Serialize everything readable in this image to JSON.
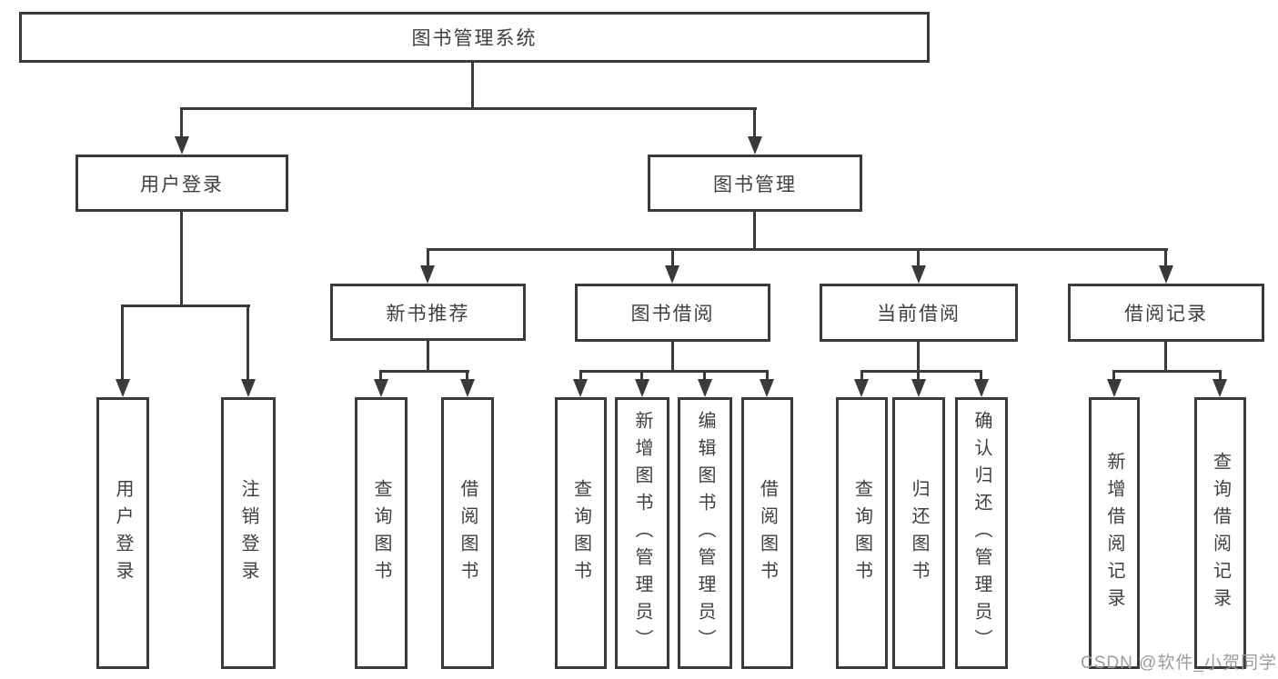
{
  "nodes": {
    "root": {
      "label": "图书管理系统"
    },
    "user_login": {
      "label": "用户登录",
      "children": [
        {
          "label": "用户登录"
        },
        {
          "label": "注销登录"
        }
      ]
    },
    "book_management": {
      "label": "图书管理"
    },
    "new_book_recommendation": {
      "label": "新书推荐",
      "children": [
        {
          "label": "查询图书"
        },
        {
          "label": "借阅图书"
        }
      ]
    },
    "book_borrowing": {
      "label": "图书借阅",
      "children": [
        {
          "label": "查询图书"
        },
        {
          "label": "新增图书（管理员）"
        },
        {
          "label": "编辑图书（管理员）"
        },
        {
          "label": "借阅图书"
        }
      ]
    },
    "current_borrowing": {
      "label": "当前借阅",
      "children": [
        {
          "label": "查询图书"
        },
        {
          "label": "归还图书"
        },
        {
          "label": "确认归还（管理员）"
        }
      ]
    },
    "borrowing_records": {
      "label": "借阅记录",
      "children": [
        {
          "label": "新增借阅记录"
        },
        {
          "label": "查询借阅记录"
        }
      ]
    }
  },
  "watermark": {
    "text": "CSDN @软件_小贺同学"
  },
  "colors": {
    "line": "#3a3a3a",
    "text": "#3f3f3f",
    "background": "#ffffff",
    "watermark": "#9c9c9c"
  }
}
